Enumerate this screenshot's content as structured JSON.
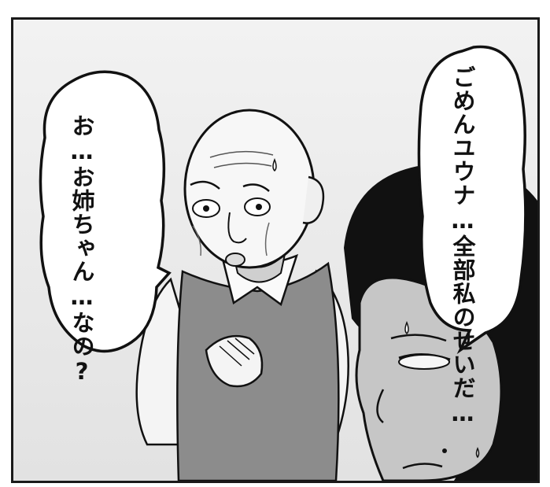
{
  "panel": {
    "speech_right": [
      "ごめんユウナ…",
      "全部私のせいだ…"
    ],
    "speech_left": [
      "お…お姉ちゃん",
      "…なの?"
    ]
  }
}
